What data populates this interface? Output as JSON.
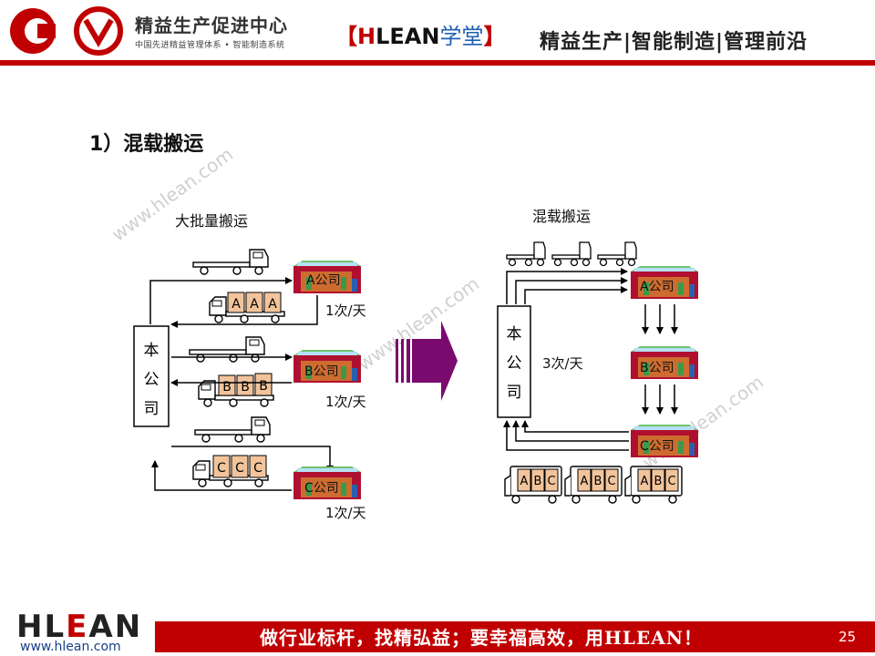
{
  "header": {
    "brand_cn": "精益生产促进中心",
    "brand_sub": "中国先进精益管理体系 • 智能制造系统",
    "academy_bracket_open": "【",
    "academy_h": "H",
    "academy_lean": "LEAN",
    "academy_xt": "学堂",
    "academy_bracket_close": "】",
    "tagline": "精益生产|智能制造|管理前沿"
  },
  "section_title": "1）混载搬运",
  "watermark": "www.hlean.com",
  "left_diagram": {
    "title": "大批量搬运",
    "hq": [
      "本",
      "公",
      "司"
    ],
    "companies": [
      "A公司",
      "B公司",
      "C公司"
    ],
    "truck_loads": [
      [
        "A",
        "A",
        "A"
      ],
      [
        "B",
        "B",
        "B"
      ],
      [
        "C",
        "C",
        "C"
      ]
    ],
    "frequency": "1次/天"
  },
  "right_diagram": {
    "title": "混载搬运",
    "hq": [
      "本",
      "公",
      "司"
    ],
    "companies": [
      "A公司",
      "B公司",
      "C公司"
    ],
    "frequency": "3次/天",
    "mixed_load": [
      "A",
      "B",
      "C"
    ]
  },
  "footer": {
    "logo_h": "H",
    "logo_l": "L",
    "logo_e": "E",
    "logo_an": "AN",
    "url": "www.hlean.com",
    "slogan": "做行业标杆，找精弘益；要幸福高效，用HLEAN！",
    "page": "25"
  },
  "colors": {
    "brand_red": "#c00000",
    "arrow_purple": "#7b0a6e",
    "box_fill": "#f2c49b",
    "factory_red": "#b01030"
  }
}
